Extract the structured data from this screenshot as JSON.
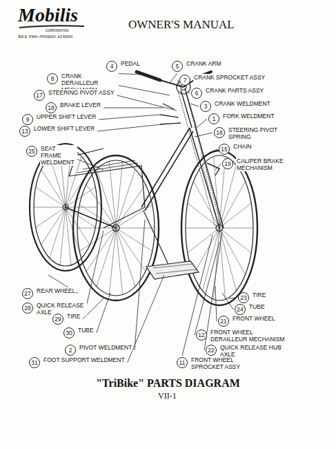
{
  "diagram": {
    "title": "\"TriBike\" PARTS DIAGRAM",
    "nodes": [
      {
        "text": [
          "4",
          "PEDAL"
        ]
      },
      {
        "text": [
          "5",
          "CRANK ARM"
        ]
      },
      {
        "text": [
          "8",
          "CRANK DERAILLEUR MECHANISM"
        ]
      },
      {
        "text": [
          "7",
          "CRANK SPROCKET ASSY"
        ]
      },
      {
        "text": [
          "17",
          "STEERING PIVOT ASSY"
        ]
      },
      {
        "text": [
          "6",
          "CRANK PARTS ASSY"
        ]
      },
      {
        "text": [
          "18",
          "BRAKE LEVER"
        ]
      },
      {
        "text": [
          "3",
          "CRANK WELDMENT"
        ]
      },
      {
        "text": [
          "9",
          "UPPER SHIFT LEVER"
        ]
      },
      {
        "text": [
          "1",
          "FORK WELDMENT"
        ]
      },
      {
        "text": [
          "13",
          "LOWER SHIFT LEVER"
        ]
      },
      {
        "text": [
          "16",
          "STEERING PIVOT SPRING"
        ]
      },
      {
        "text": [
          "25",
          "SEAT FRAME WELDMENT"
        ]
      },
      {
        "text": [
          "15",
          "CHAIN"
        ]
      },
      {
        "text": [
          "19",
          "CALIPER BRAKE MECHANISM"
        ]
      },
      {
        "text": [
          "27",
          "REAR WHEEL"
        ]
      },
      {
        "text": [
          "23",
          "TIRE"
        ]
      },
      {
        "text": [
          "28",
          "QUICK RELEASE AXLE"
        ]
      },
      {
        "text": [
          "24",
          "TUBE"
        ]
      },
      {
        "text": [
          "29",
          "TIRE"
        ]
      },
      {
        "text": [
          "21",
          "FRONT WHEEL"
        ]
      },
      {
        "text": [
          "30",
          "TUBE"
        ]
      },
      {
        "text": [
          "12",
          "FRONT WHEEL DERAILLEUR MECHANISM"
        ]
      },
      {
        "text": [
          "2",
          "PIVOT WELDMENT"
        ]
      },
      {
        "text": [
          "22",
          "QUICK RELEASE HUB AXLE"
        ]
      },
      {
        "text": [
          "31",
          "FOOT SUPPORT WELDMENT"
        ]
      },
      {
        "text": [
          "11",
          "FRONT WHEEL SPROCKET ASSY"
        ]
      }
    ],
    "labels": [
      "Mobilis",
      "CORPORATION",
      "906 E. PIMA • PHOENIX, AZ 85004",
      "OWNER'S MANUAL",
      "VII-1"
    ]
  }
}
